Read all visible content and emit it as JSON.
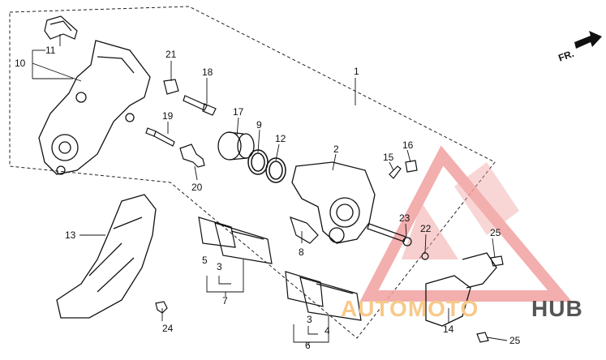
{
  "direction_marker": {
    "text": "FR."
  },
  "labels": {
    "l1": "1",
    "l2": "2",
    "l3a": "3",
    "l3b": "3",
    "l4": "4",
    "l5": "5",
    "l6": "6",
    "l7": "7",
    "l8": "8",
    "l9": "9",
    "l10": "10",
    "l11": "11",
    "l12": "12",
    "l13": "13",
    "l14": "14",
    "l15": "15",
    "l16": "16",
    "l17": "17",
    "l18": "18",
    "l19": "19",
    "l20": "20",
    "l21": "21",
    "l22": "22",
    "l23": "23",
    "l24": "24",
    "l25a": "25",
    "l25b": "25"
  },
  "watermark": {
    "text_auto": "AUTOMOTO",
    "text_hub": "HUB",
    "color_primary": "#f2a0a0",
    "color_accent": "#f7c98a",
    "color_dark": "#555555"
  }
}
